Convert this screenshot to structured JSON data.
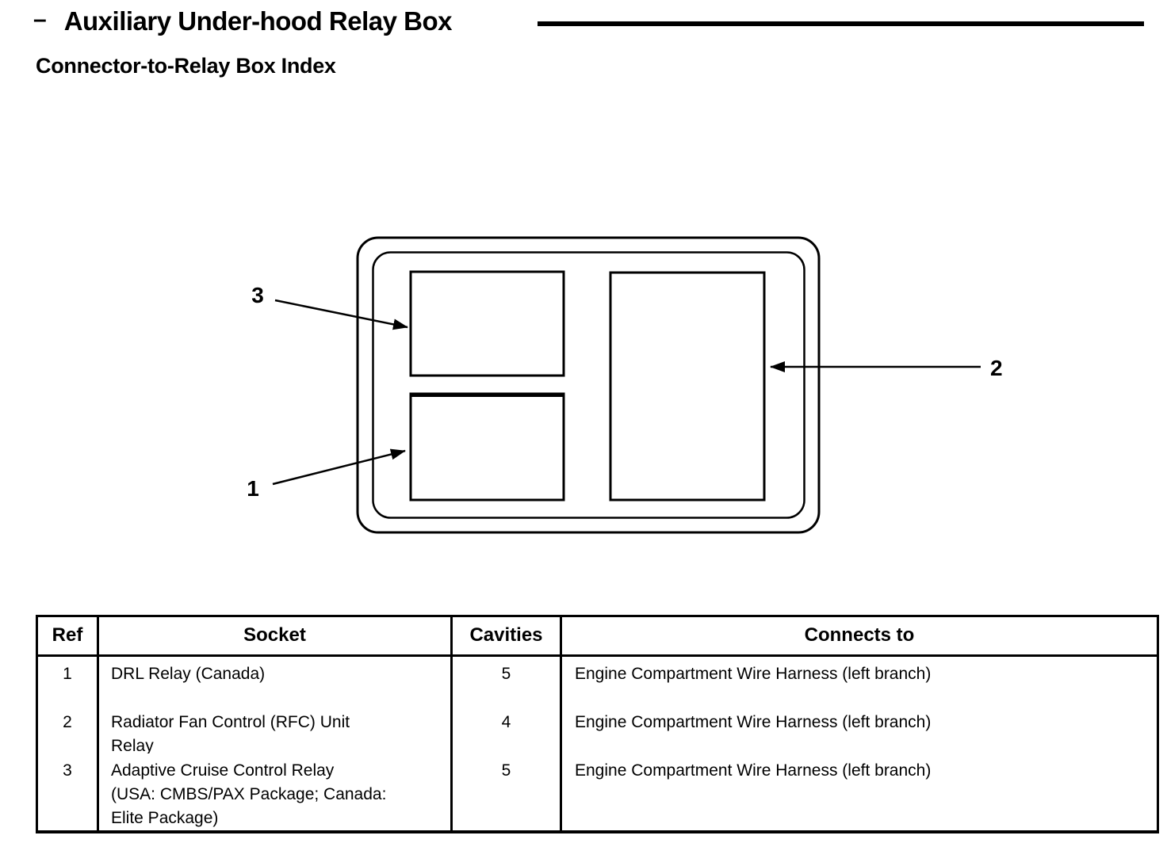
{
  "page": {
    "dash": "–",
    "title": "Auxiliary Under-hood Relay Box",
    "subtitle": "Connector-to-Relay Box Index"
  },
  "diagram": {
    "callout_1": "1",
    "callout_2": "2",
    "callout_3": "3"
  },
  "table": {
    "headers": {
      "ref": "Ref",
      "socket": "Socket",
      "cavities": "Cavities",
      "connects": "Connects to"
    },
    "rows": [
      {
        "ref": "1",
        "socket_lines": [
          "DRL Relay (Canada)"
        ],
        "cavities": "5",
        "connects": "Engine Compartment Wire Harness (left branch)"
      },
      {
        "ref": "2",
        "socket_lines": [
          "Radiator Fan Control (RFC) Unit",
          "Relay"
        ],
        "cavities": "4",
        "connects": "Engine Compartment Wire Harness (left branch)"
      },
      {
        "ref": "3",
        "socket_lines": [
          "Adaptive Cruise Control Relay",
          "(USA: CMBS/PAX Package; Canada:",
          "Elite Package)"
        ],
        "cavities": "5",
        "connects": "Engine Compartment Wire Harness (left branch)"
      }
    ]
  }
}
